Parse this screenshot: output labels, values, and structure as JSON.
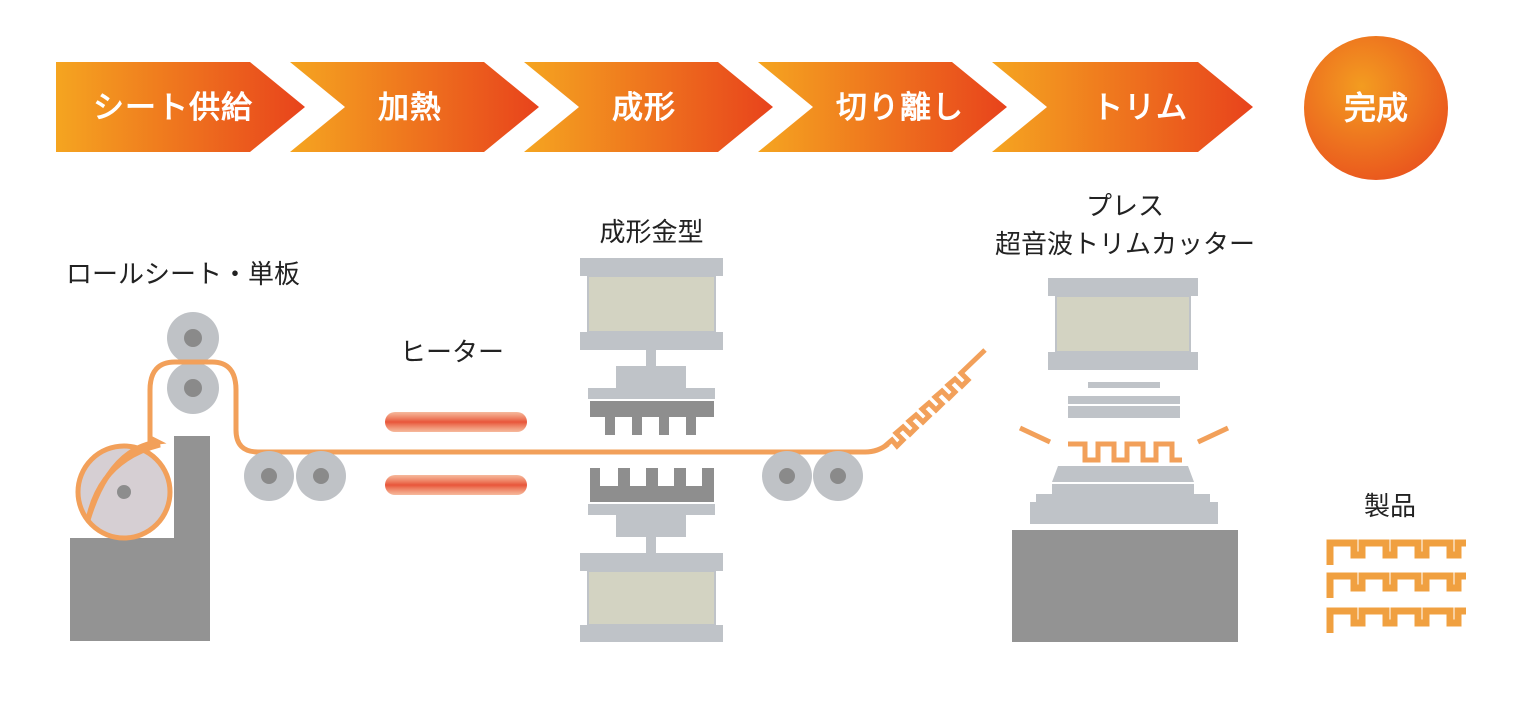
{
  "steps": [
    "シート供給",
    "加熱",
    "成形",
    "切り離し",
    "トリム"
  ],
  "complete": "完成",
  "labels": {
    "roll_sheet": "ロールシート・単板",
    "heater": "ヒーター",
    "mold": "成形金型",
    "press_line1": "プレス",
    "press_line2": "超音波トリムカッター",
    "product": "製品"
  },
  "colors": {
    "gradient_start": "#f5a31f",
    "gradient_end": "#e8401c",
    "sheet": "#f2a05a",
    "heater": "#e8553a",
    "machine_dark": "#939393",
    "machine_light": "#bfc3c8",
    "mold_fill": "#d3d3c2",
    "roller": "#b9bcc0",
    "product": "#f0a040"
  }
}
